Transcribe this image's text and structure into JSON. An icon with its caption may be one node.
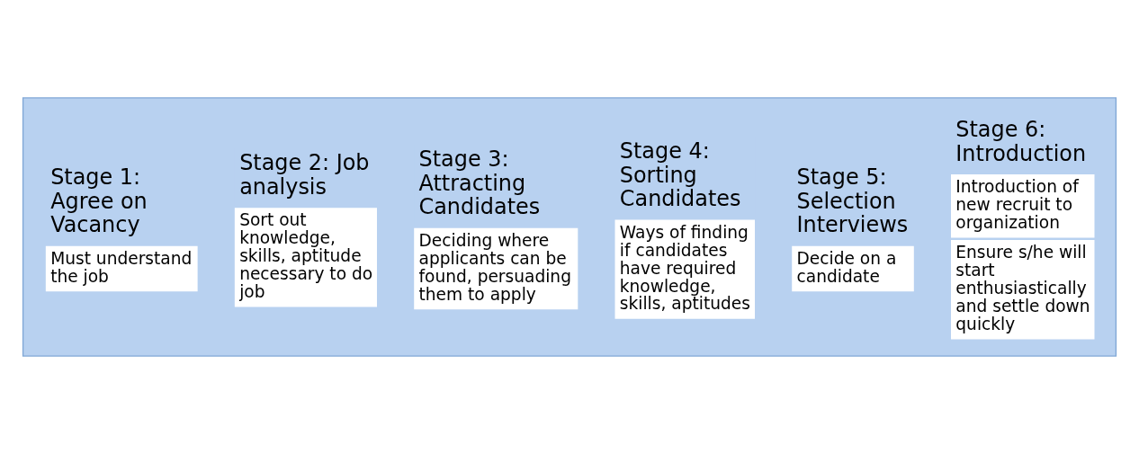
{
  "diagram": {
    "nodes": [
      {
        "text": [],
        "shape": "arrow"
      },
      {
        "text": [
          "Stage 1: Agree on Vacancy",
          "Must understand the job"
        ],
        "in": 0
      },
      {
        "text": [
          "Stage 2: Job analysis",
          "Sort out knowledge, skills, aptitude necessary to do job"
        ],
        "in": 0
      },
      {
        "text": [
          "Stage 3: Attracting Candidates",
          "Deciding where applicants can be found, persuading them to apply"
        ],
        "in": 0
      },
      {
        "text": [
          "Stage 4: Sorting Candidates",
          "Ways of finding if candidates have required knowledge, skills, aptitudes"
        ],
        "in": 0
      },
      {
        "text": [
          "Stage 5: Selection Interviews",
          "Decide on a candidate"
        ],
        "in": 0
      },
      {
        "text": [
          "Stage 6: Introduction",
          "Introduction of new recruit to organization",
          "Ensure s/he will start enthusiastically and settle down quickly"
        ],
        "in": 0
      }
    ],
    "edges": []
  }
}
